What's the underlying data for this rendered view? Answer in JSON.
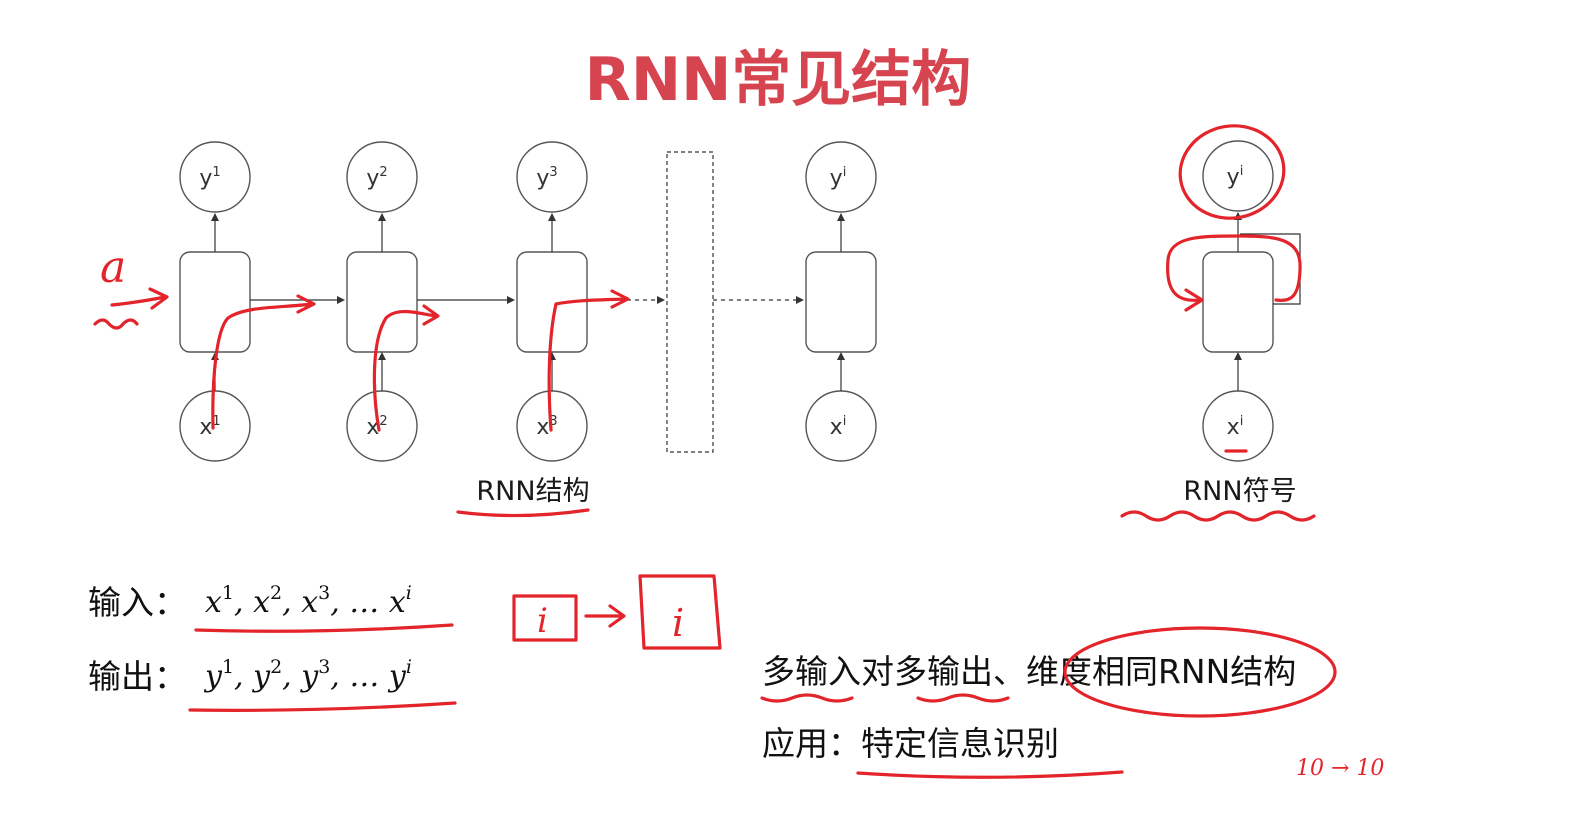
{
  "title": "RNN常见结构",
  "unrolled": {
    "caption": "RNN结构",
    "steps": [
      {
        "output": "y",
        "output_sup": "1",
        "input": "x",
        "input_sup": "1"
      },
      {
        "output": "y",
        "output_sup": "2",
        "input": "x",
        "input_sup": "2"
      },
      {
        "output": "y",
        "output_sup": "3",
        "input": "x",
        "input_sup": "3"
      },
      {
        "output": "y",
        "output_sup": "i",
        "input": "x",
        "input_sup": "i"
      }
    ]
  },
  "folded": {
    "caption": "RNN符号",
    "output": "y",
    "output_sup": "i",
    "input": "x",
    "input_sup": "i"
  },
  "io": {
    "input_label": "输入：",
    "output_label": "输出：",
    "input_terms": [
      {
        "base": "x",
        "sup": "1",
        "sep": ", "
      },
      {
        "base": "x",
        "sup": "2",
        "sep": ", "
      },
      {
        "base": "x",
        "sup": "3",
        "sep": ", "
      },
      {
        "base": "… x",
        "sup": "i",
        "sep": ""
      }
    ],
    "output_terms": [
      {
        "base": "y",
        "sup": "1",
        "sep": ", "
      },
      {
        "base": "y",
        "sup": "2",
        "sep": ", "
      },
      {
        "base": "y",
        "sup": "3",
        "sep": ", "
      },
      {
        "base": "… y",
        "sup": "i",
        "sep": ""
      }
    ]
  },
  "summary": {
    "line1": "多输入对多输出、维度相同RNN结构",
    "line2": "应用：特定信息识别"
  },
  "annotations": {
    "initial_state": "a",
    "mapping_from": "i",
    "mapping_to": "i",
    "ratio": "10 → 10"
  },
  "colors": {
    "title": "#d6454f",
    "ink": "#e3242b",
    "node_stroke": "#555555"
  }
}
